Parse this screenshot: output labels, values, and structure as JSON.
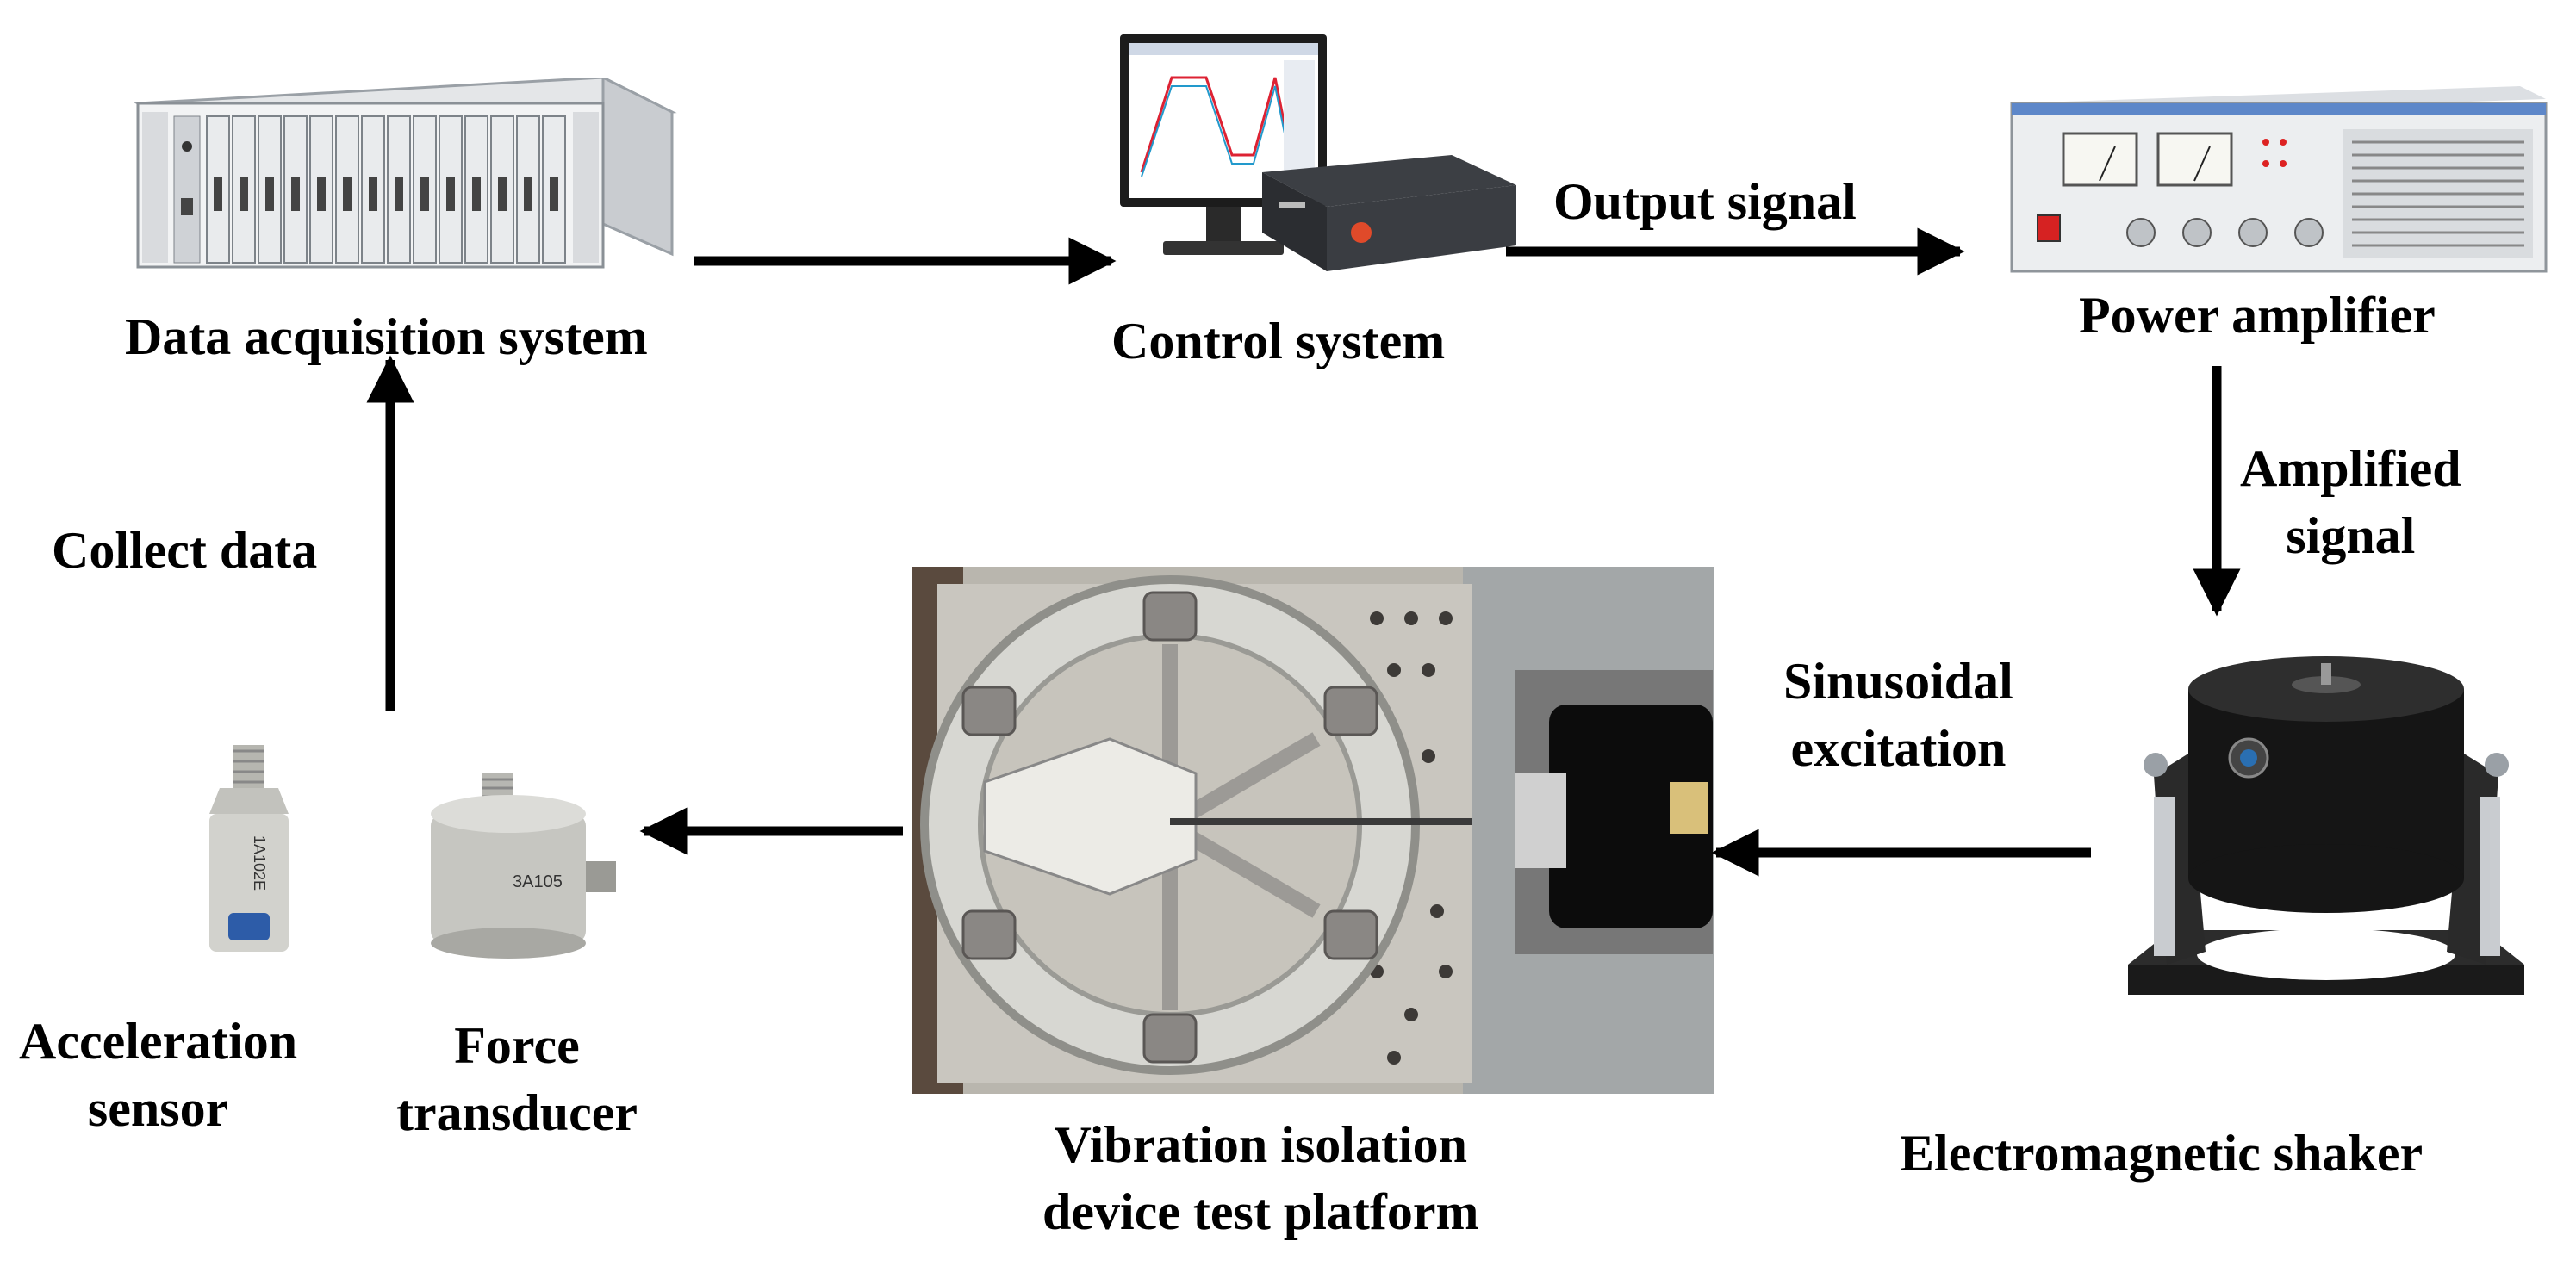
{
  "nodes": {
    "daq": {
      "label": "Data acquisition system"
    },
    "control": {
      "label": "Control system"
    },
    "power_amp": {
      "label": "Power amplifier"
    },
    "shaker": {
      "label": "Electromagnetic shaker"
    },
    "platform": {
      "line1": "Vibration isolation",
      "line2": "device test platform"
    },
    "force": {
      "line1": "Force",
      "line2": "transducer"
    },
    "accel": {
      "line1": "Acceleration",
      "line2": "sensor"
    }
  },
  "edges": {
    "output_signal": "Output signal",
    "amplified_line1": "Amplified",
    "amplified_line2": "signal",
    "sinusoidal_line1": "Sinusoidal",
    "sinusoidal_line2": "excitation",
    "collect_data": "Collect data"
  },
  "device_text": {
    "accel_model": "1A102E",
    "force_model": "3A105"
  }
}
